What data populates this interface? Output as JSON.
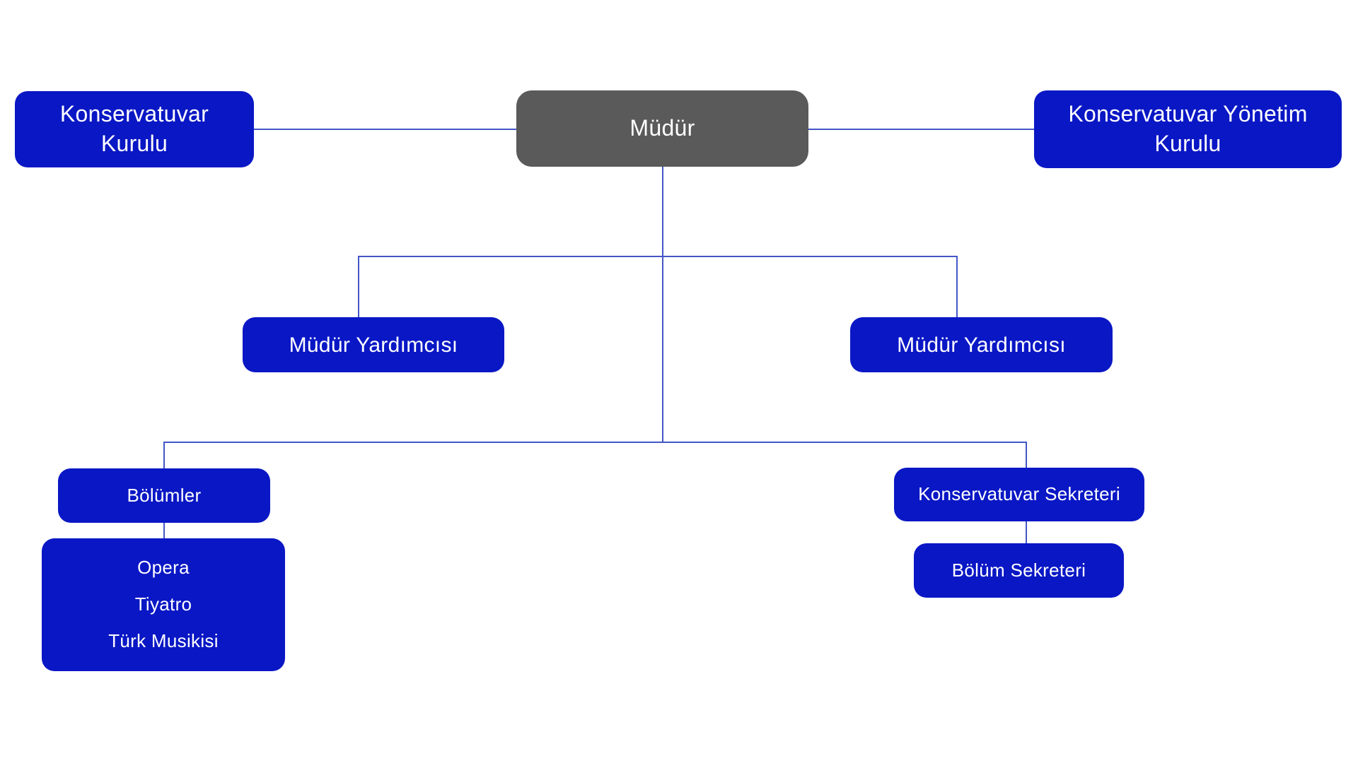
{
  "palette": {
    "box_blue": "#0a17c5",
    "box_gray": "#5a5a5a",
    "connector_blue": "#4456c6",
    "text_color": "#ffffff",
    "background": "#ffffff"
  },
  "chart_data": {
    "type": "org-chart",
    "root": "Müdür",
    "edges": [
      [
        "Müdür",
        "Konservatuvar Kurulu"
      ],
      [
        "Müdür",
        "Konservatuvar Yönetim Kurulu"
      ],
      [
        "Müdür",
        "Müdür Yardımcısı (sol)"
      ],
      [
        "Müdür",
        "Müdür Yardımcısı (sağ)"
      ],
      [
        "Müdür",
        "Bölümler"
      ],
      [
        "Müdür",
        "Konservatuvar Sekreteri"
      ],
      [
        "Bölümler",
        "Opera / Tiyatro / Türk Musikisi"
      ],
      [
        "Konservatuvar Sekreteri",
        "Bölüm Sekreteri"
      ]
    ]
  },
  "nodes": {
    "konservatuvar_kurulu": {
      "label": "Konservatuvar Kurulu"
    },
    "mudur": {
      "label": "Müdür"
    },
    "konservatuvar_yonetim_kurulu": {
      "label": "Konservatuvar Yönetim Kurulu"
    },
    "mudur_yardimcisi_left": {
      "label": "Müdür Yardımcısı"
    },
    "mudur_yardimcisi_right": {
      "label": "Müdür Yardımcısı"
    },
    "bolumler": {
      "label": "Bölümler"
    },
    "departments": {
      "lines": [
        "Opera",
        "Tiyatro",
        "Türk Musikisi"
      ]
    },
    "konservatuvar_sekreteri": {
      "label": "Konservatuvar Sekreteri"
    },
    "bolum_sekreteri": {
      "label": "Bölüm Sekreteri"
    }
  }
}
